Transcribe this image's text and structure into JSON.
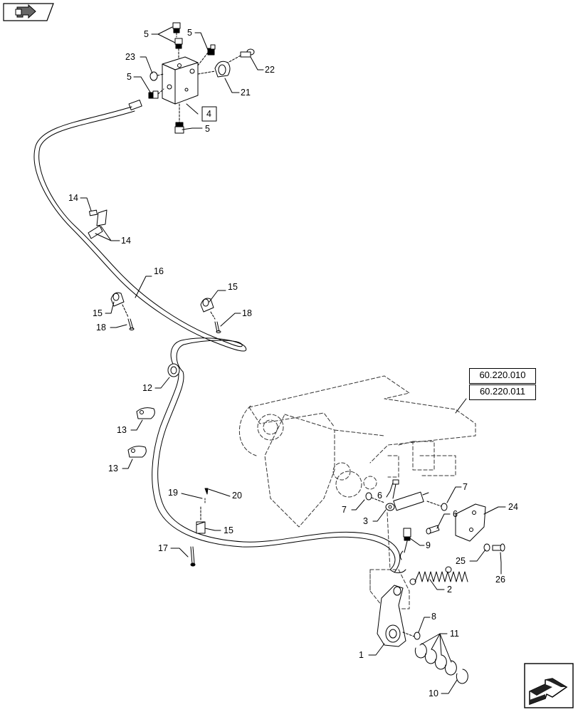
{
  "navigation": {
    "prev_icon": "page-back-arrow-icon",
    "next_icon": "page-forward-arrow-icon"
  },
  "references": [
    "60.220.010",
    "60.220.011"
  ],
  "callouts": {
    "c4": "4",
    "c5a": "5",
    "c5b": "5",
    "c5c": "5",
    "c5d": "5",
    "c23": "23",
    "c22": "22",
    "c21": "21",
    "c14a": "14",
    "c14b": "14",
    "c16": "16",
    "c15a": "15",
    "c15b": "15",
    "c15c": "15",
    "c18a": "18",
    "c18b": "18",
    "c12": "12",
    "c13a": "13",
    "c13b": "13",
    "c19": "19",
    "c20": "20",
    "c17": "17",
    "c6a": "6",
    "c6b": "6",
    "c7a": "7",
    "c7b": "7",
    "c3": "3",
    "c9": "9",
    "c24": "24",
    "c25": "25",
    "c26": "26",
    "c2": "2",
    "c8": "8",
    "c11": "11",
    "c1": "1",
    "c10": "10"
  }
}
